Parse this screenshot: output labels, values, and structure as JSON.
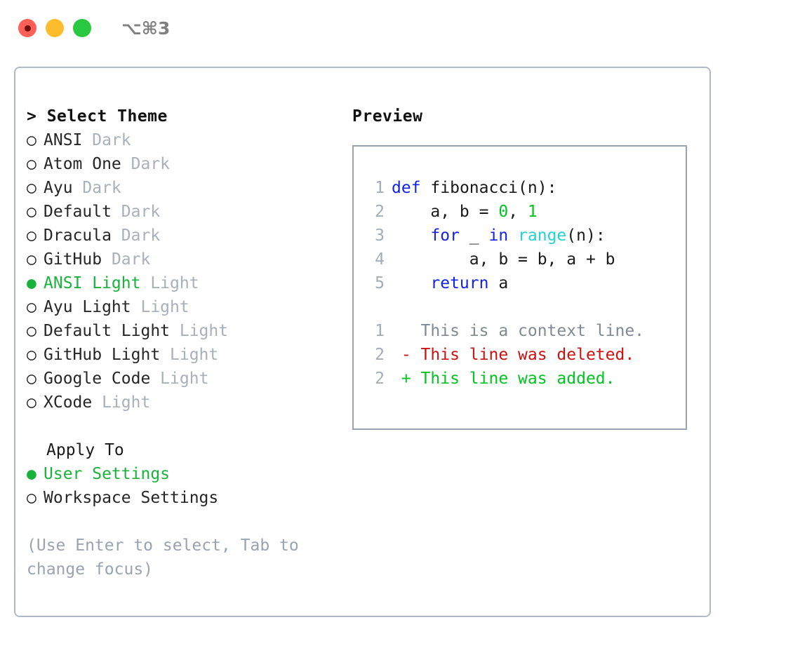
{
  "titlebar": {
    "shortcut": "⌥⌘3",
    "buttons": {
      "close": "close",
      "minimize": "minimize",
      "maximize": "maximize"
    }
  },
  "colors": {
    "accent_green": "#19b33c",
    "keyword_blue": "#1322e8",
    "number_green": "#00c420",
    "builtin_cyan": "#22d3d3",
    "diff_delete_red": "#cc1111",
    "diff_add_green": "#00c420",
    "muted_gray": "#a8b0ba",
    "panel_border": "#b0b9c6",
    "codebox_border": "#97a3b3",
    "light_close": "#ff5f57",
    "light_min": "#ffbd2e",
    "light_max": "#28c840"
  },
  "left": {
    "heading_prefix": "> ",
    "heading": "Select Theme",
    "marker_unselected": "○",
    "marker_selected": "●",
    "themes": [
      {
        "name": "ANSI",
        "variant": "Dark",
        "selected": false
      },
      {
        "name": "Atom One",
        "variant": "Dark",
        "selected": false
      },
      {
        "name": "Ayu",
        "variant": "Dark",
        "selected": false
      },
      {
        "name": "Default",
        "variant": "Dark",
        "selected": false
      },
      {
        "name": "Dracula",
        "variant": "Dark",
        "selected": false
      },
      {
        "name": "GitHub",
        "variant": "Dark",
        "selected": false
      },
      {
        "name": "ANSI Light",
        "variant": "Light",
        "selected": true
      },
      {
        "name": "Ayu Light",
        "variant": "Light",
        "selected": false
      },
      {
        "name": "Default Light",
        "variant": "Light",
        "selected": false
      },
      {
        "name": "GitHub Light",
        "variant": "Light",
        "selected": false
      },
      {
        "name": "Google Code",
        "variant": "Light",
        "selected": false
      },
      {
        "name": "XCode",
        "variant": "Light",
        "selected": false
      }
    ],
    "apply_to_heading": "Apply To",
    "apply_to": [
      {
        "label": "User Settings",
        "selected": true
      },
      {
        "label": "Workspace Settings",
        "selected": false
      }
    ],
    "hint": "(Use Enter to select, Tab to change focus)"
  },
  "right": {
    "preview_title": "Preview",
    "code": {
      "lines": [
        {
          "num": "1",
          "tokens": [
            {
              "t": "def",
              "c": "kw"
            },
            {
              "t": " ",
              "c": "plain"
            },
            {
              "t": "fibonacci",
              "c": "fn"
            },
            {
              "t": "(n):",
              "c": "plain"
            }
          ]
        },
        {
          "num": "2",
          "tokens": [
            {
              "t": "    a, b = ",
              "c": "plain"
            },
            {
              "t": "0",
              "c": "num"
            },
            {
              "t": ", ",
              "c": "plain"
            },
            {
              "t": "1",
              "c": "num"
            }
          ]
        },
        {
          "num": "3",
          "tokens": [
            {
              "t": "    ",
              "c": "plain"
            },
            {
              "t": "for",
              "c": "kw"
            },
            {
              "t": " _ ",
              "c": "plain"
            },
            {
              "t": "in",
              "c": "kw"
            },
            {
              "t": " ",
              "c": "plain"
            },
            {
              "t": "range",
              "c": "builtin"
            },
            {
              "t": "(n):",
              "c": "plain"
            }
          ]
        },
        {
          "num": "4",
          "tokens": [
            {
              "t": "        a, b = b, a + b",
              "c": "plain"
            }
          ]
        },
        {
          "num": "5",
          "tokens": [
            {
              "t": "    ",
              "c": "plain"
            },
            {
              "t": "return",
              "c": "kw"
            },
            {
              "t": " a",
              "c": "plain"
            }
          ]
        }
      ],
      "diff": [
        {
          "num": "1",
          "marker": " ",
          "text": "This is a context line.",
          "kind": "context"
        },
        {
          "num": "2",
          "marker": "-",
          "text": "This line was deleted.",
          "kind": "delete"
        },
        {
          "num": "2",
          "marker": "+",
          "text": "This line was added.",
          "kind": "add"
        }
      ]
    }
  }
}
